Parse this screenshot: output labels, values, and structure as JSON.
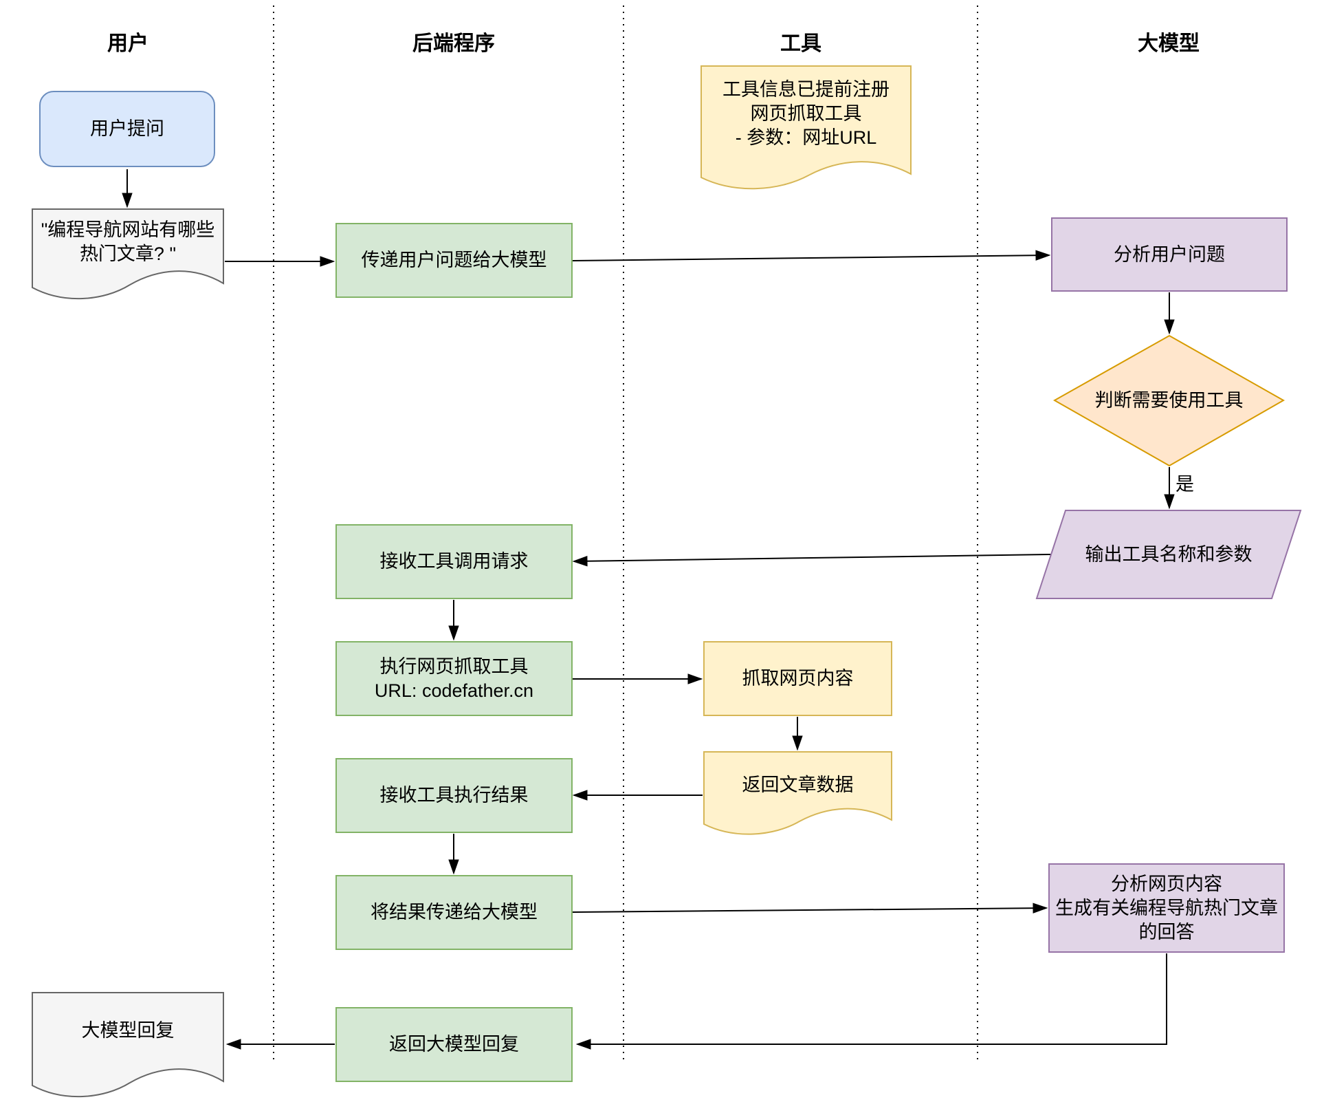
{
  "lanes": {
    "user": "用户",
    "backend": "后端程序",
    "tool": "工具",
    "llm": "大模型"
  },
  "nodes": {
    "user_question": "用户提问",
    "question_doc": "\"编程导航网站有哪些热门文章? \"",
    "pass_question": "传递用户问题给大模型",
    "tool_note": "工具信息已提前注册\n网页抓取工具\n- 参数：网址URL",
    "analyze_question": "分析用户问题",
    "decide_tool": "判断需要使用工具",
    "output_tool": "输出工具名称和参数",
    "receive_call": "接收工具调用请求",
    "exec_tool": "执行网页抓取工具\nURL: codefather.cn",
    "scrape_page": "抓取网页内容",
    "return_articles": "返回文章数据",
    "receive_result": "接收工具执行结果",
    "pass_result": "将结果传递给大模型",
    "llm_answer": "分析网页内容\n生成有关编程导航热门文章\n的回答",
    "return_reply": "返回大模型回复",
    "reply_doc": "大模型回复"
  },
  "edge_labels": {
    "yes": "是"
  },
  "palette": {
    "user-fill": "#dae8fc",
    "user-stroke": "#6c8ebf",
    "doc-fill": "#f5f5f5",
    "doc-stroke": "#666666",
    "backend-fill": "#d5e8d4",
    "backend-stroke": "#82b366",
    "tool-fill": "#fff2cc",
    "tool-stroke": "#d6b656",
    "decision-fill": "#ffe6cc",
    "decision-stroke": "#d79b00",
    "llm-fill": "#e1d5e7",
    "llm-stroke": "#9673a6",
    "line": "#000000"
  }
}
